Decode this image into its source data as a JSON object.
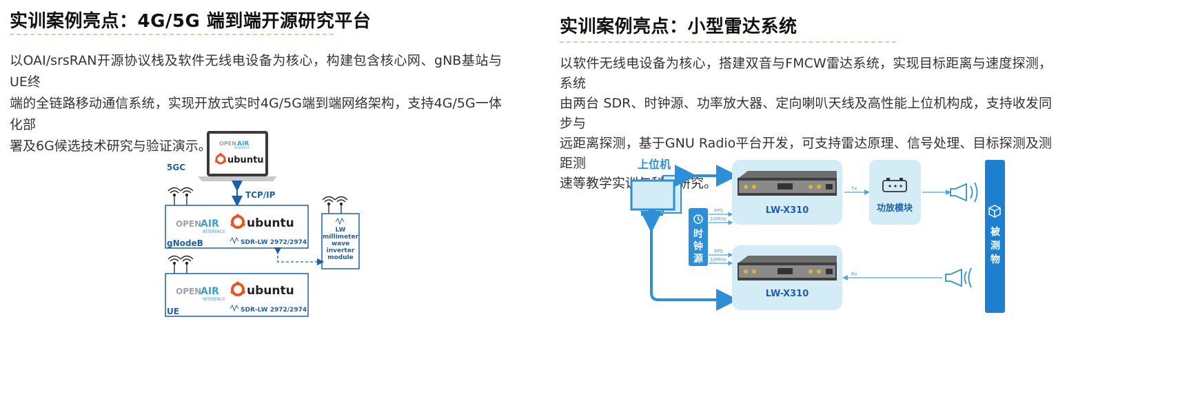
{
  "left": {
    "title": "实训案例亮点：4G/5G 端到端开源研究平台",
    "paragraph_lines": [
      "以OAI/srsRAN开源协议栈及软件无线电设备为核心，构建包含核心网、gNB基站与UE终",
      "端的全链路移动通信系统，实现开放式实时4G/5G端到端网络架构，支持4G/5G一体化部",
      "署及6G候选技术研究与验证演示。"
    ],
    "diagram": {
      "core_label": "5GC",
      "link_label": "TCP/IP",
      "open_air_open": "OPEN",
      "open_air_air": "AIR",
      "open_air_interface": "INTERFACE",
      "ubuntu": "ubuntu",
      "gnb_label": "gNodeB",
      "ue_label": "UE",
      "sdr_label": "SDR-LW 2972/2974",
      "module_lines": [
        "LW",
        "millimeter",
        "wave",
        "inverter",
        "module"
      ]
    }
  },
  "right": {
    "title": "实训案例亮点：小型雷达系统",
    "paragraph_lines": [
      "以软件无线电设备为核心，搭建双音与FMCW雷达系统，实现目标距离与速度探测，系统",
      "由两台 SDR、时钟源、功率放大器、定向喇叭天线及高性能上位机构成，支持收发同步与",
      "远距离探测，基于GNU Radio平台开发，可支持雷达原理、信号处理、目标探测及测距测",
      "速等教学实训与科学研究。"
    ],
    "diagram": {
      "host_label": "上位机",
      "clock_chars": [
        "时",
        "钟",
        "源"
      ],
      "pps": "PPS",
      "ten_mhz": "10MHz",
      "sdr_label": "LW-X310",
      "tx": "Tx",
      "rx": "Rx",
      "amp_label": "功放模块",
      "target_chars": [
        "被",
        "测",
        "物"
      ]
    }
  },
  "colors": {
    "title": "#111111",
    "dash": "#b9dfa6",
    "diagram_blue": "#1f5fa8",
    "radar_blue": "#2e8fd6",
    "radar_light": "#d3ecf6",
    "target_blue": "#1e7fcf",
    "ubuntu_orange": "#e95420"
  }
}
